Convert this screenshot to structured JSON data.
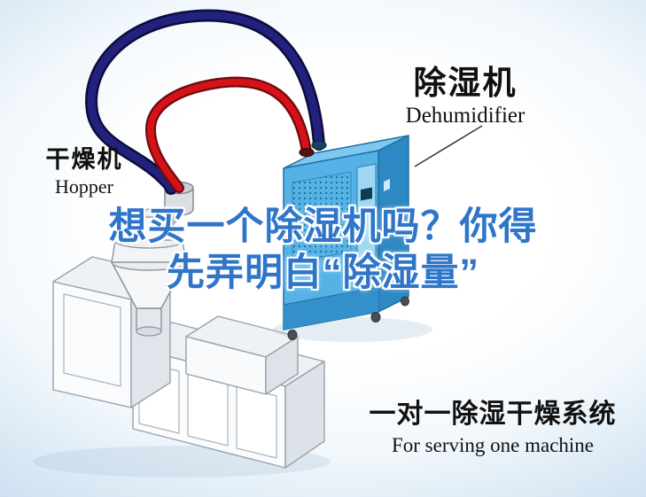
{
  "labels": {
    "dehumidifier_cn": "除湿机",
    "dehumidifier_en": "Dehumidifier",
    "hopper_cn": "干燥机",
    "hopper_en": "Hopper"
  },
  "headline": {
    "line1": "想买一个除湿机吗？你得",
    "line2": "先弄明白“除湿量”",
    "color": "#2f75c9"
  },
  "footer": {
    "line_cn": "一对一除湿干燥系统",
    "line_en": "For serving one machine"
  },
  "colors": {
    "background_edge": "#c5daee",
    "dehumidifier_front": "#54b2e6",
    "dehumidifier_side": "#2d88c4",
    "dehumidifier_top": "#7ec7ee",
    "hose_red": "#d41318",
    "hose_navy": "#22227e",
    "extruder_body": "#fbfcfd",
    "headline_blue": "#2f75c9"
  },
  "icons": {
    "dehumidifier_machine": "blue isometric dehumidifier cabinet with wheels",
    "hopper_dryer": "white funnel hopper with dome lid",
    "extruder_machine": "white isometric molding machine with panels",
    "hose_navy": "navy return air hose",
    "hose_red": "red dry air hose",
    "label_pointer": "thin callout line"
  }
}
